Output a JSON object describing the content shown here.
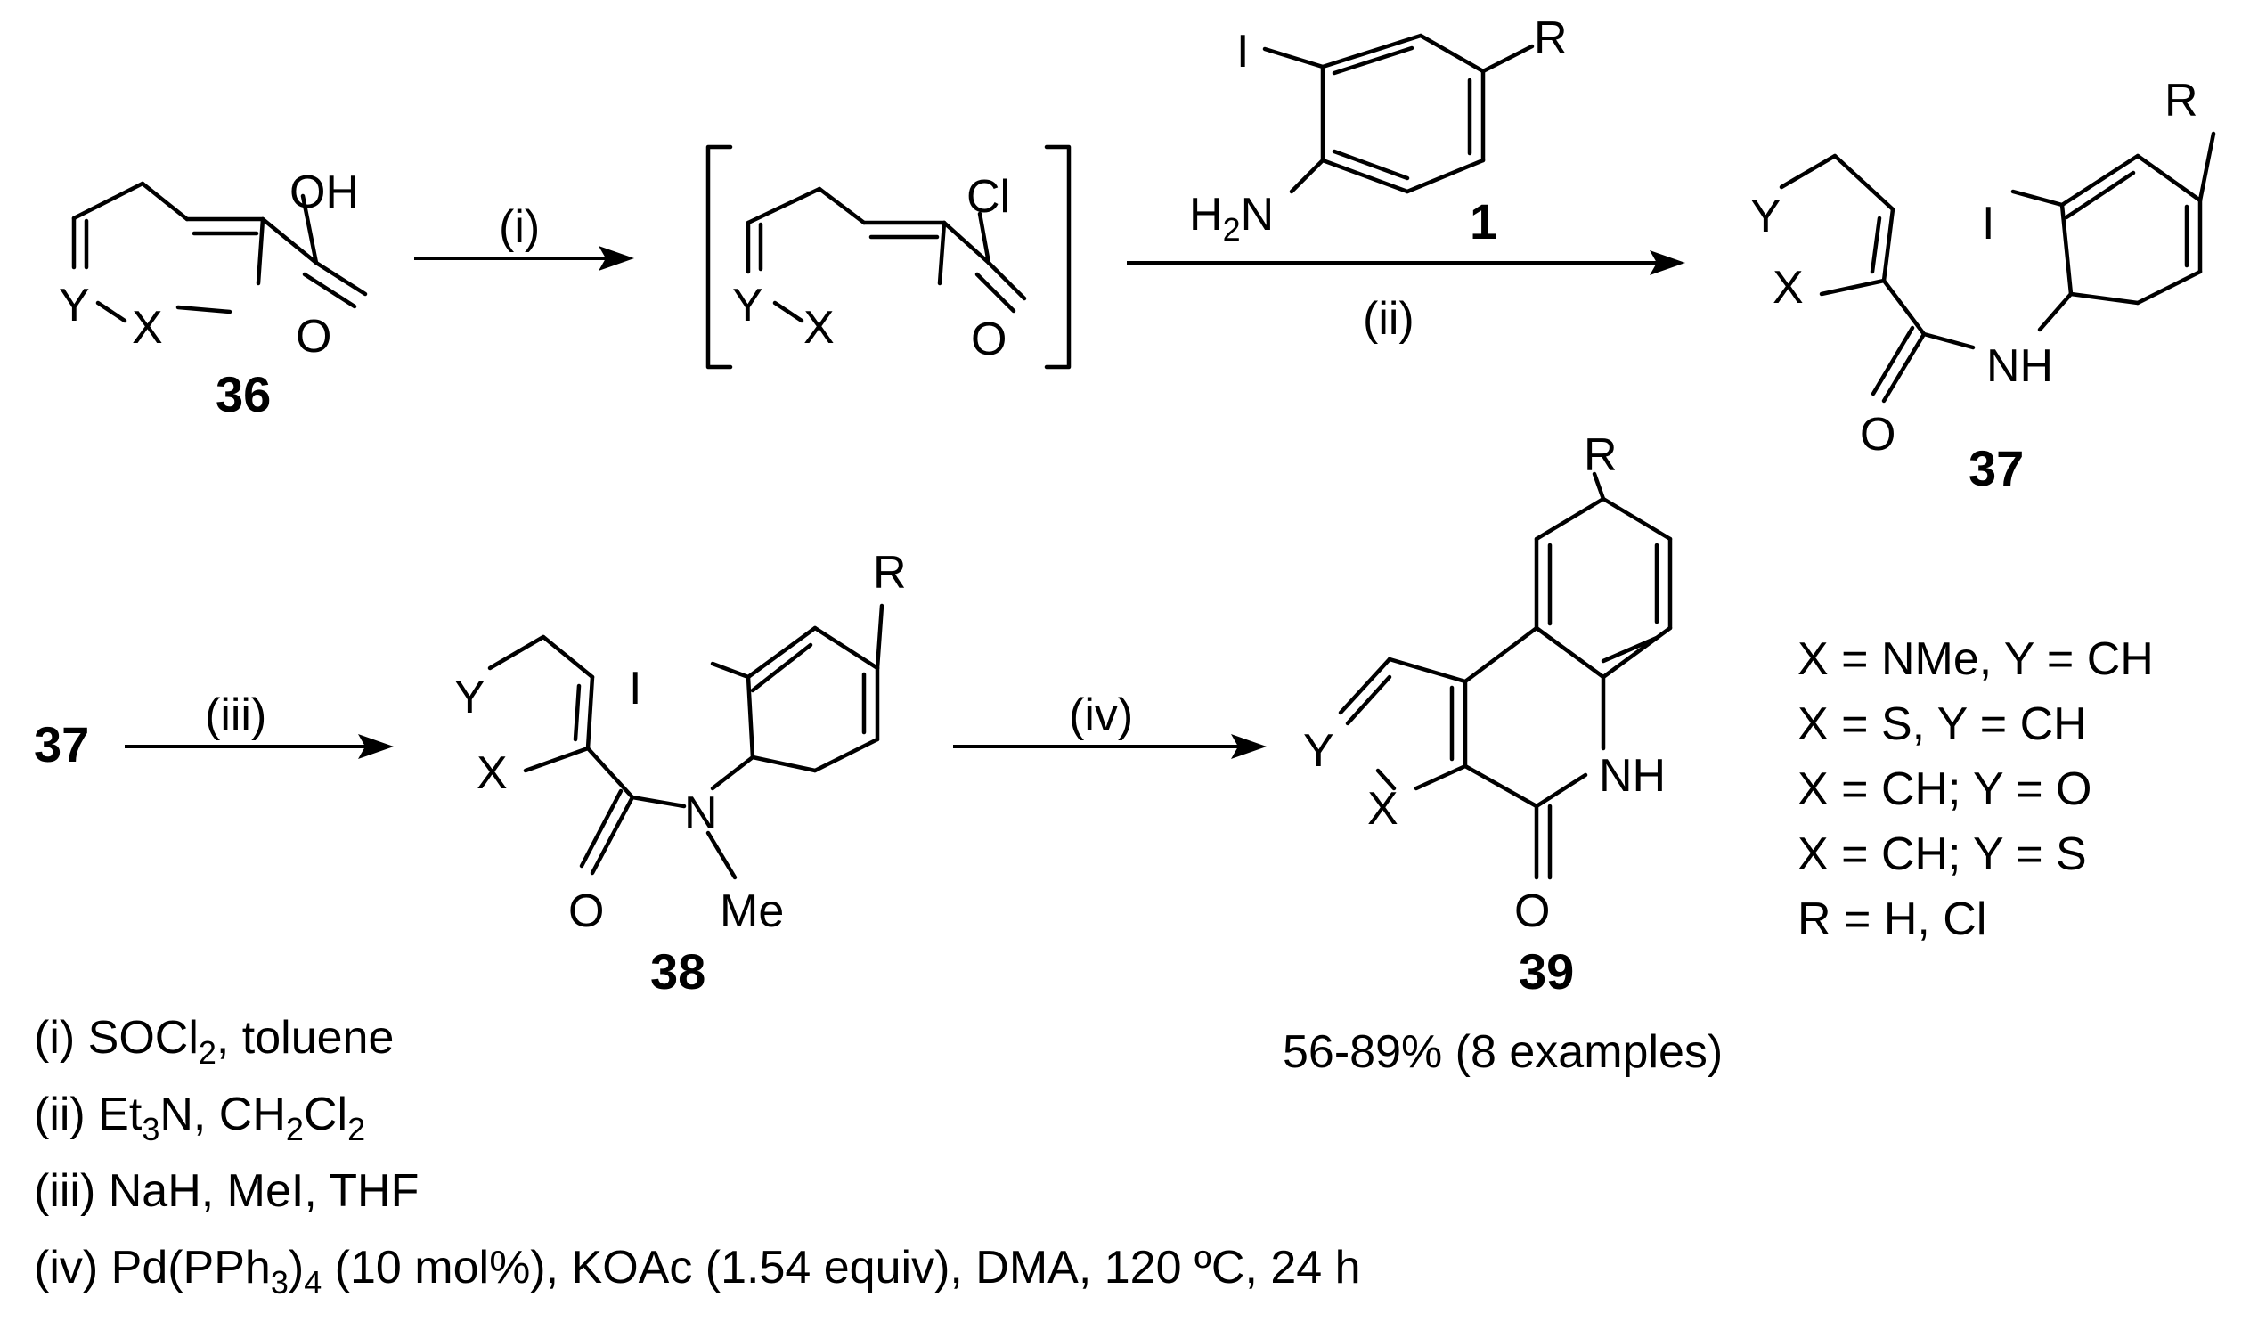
{
  "compounds": {
    "c36": "36",
    "c1": "1",
    "c37a": "37",
    "c37b": "37",
    "c38": "38",
    "c39": "39"
  },
  "atoms": {
    "oh": "OH",
    "o": "O",
    "cl": "Cl",
    "i": "I",
    "r": "R",
    "nh": "NH",
    "n": "N",
    "me": "Me",
    "x": "X",
    "y": "Y",
    "h2n_h": "H",
    "h2n_2": "2",
    "h2n_n": "N"
  },
  "steps": [
    "(i)",
    "(ii)",
    "(iii)",
    "(iv)"
  ],
  "yield_text": "56-89% (8 examples)",
  "substituents": [
    "X = NMe, Y = CH",
    "X = S, Y = CH",
    "X = CH; Y = O",
    "X = CH; Y = S",
    "R = H, Cl"
  ],
  "conditions": {
    "i": {
      "p1": "(i) SOCl",
      "s1": "2",
      "p2": ", toluene"
    },
    "ii": {
      "p1": "(ii) Et",
      "s1": "3",
      "p2": "N, CH",
      "s2": "2",
      "p3": "Cl",
      "s3": "2"
    },
    "iii": {
      "p1": "(iii) NaH, MeI, THF"
    },
    "iv": {
      "p1": "(iv) Pd(PPh",
      "s1": "3",
      "p2": ")",
      "s2": "4",
      "p3": " (10 mol%), KOAc (1.54 equiv), DMA, 120 ºC, 24 h"
    }
  }
}
